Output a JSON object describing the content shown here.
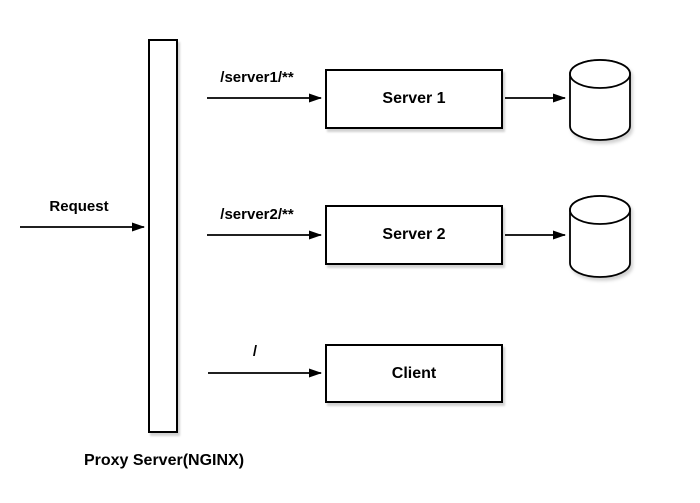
{
  "diagram": {
    "request_label": "Request",
    "proxy_label": "Proxy Server(NGINX)",
    "routes": [
      {
        "path": "/server1/**",
        "target": "Server 1"
      },
      {
        "path": "/server2/**",
        "target": "Server 2"
      },
      {
        "path": "/",
        "target": "Client"
      }
    ],
    "colors": {
      "stroke": "#000000",
      "shape_fill": "#ffffff",
      "background": "#ffffff"
    }
  }
}
